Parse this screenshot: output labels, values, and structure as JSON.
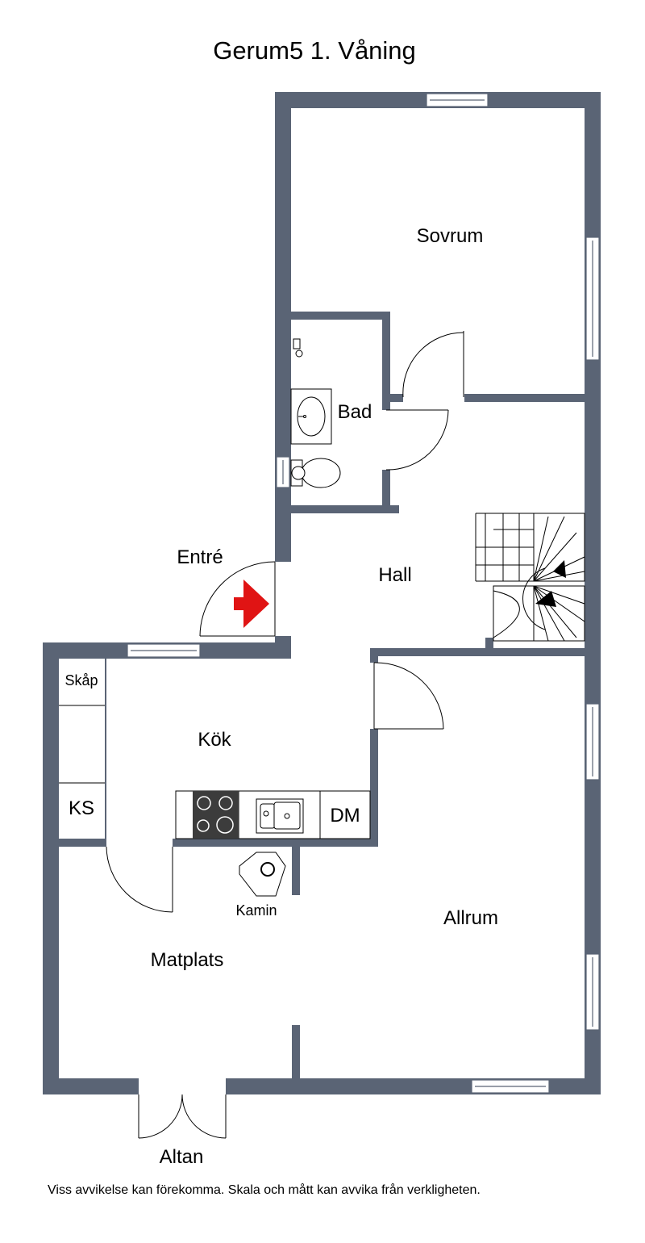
{
  "title": "Gerum5 1. Våning",
  "footer": "Viss avvikelse kan förekomma. Skala och mått kan avvika från verkligheten.",
  "colors": {
    "wall": "#5a6475",
    "wall_dark": "#3a4250",
    "entry_arrow": "#e01414",
    "stove": "#3c3c3c"
  },
  "rooms": {
    "sovrum": "Sovrum",
    "bad": "Bad",
    "entre": "Entré",
    "hall": "Hall",
    "kok": "Kök",
    "skap": "Skåp",
    "ks": "KS",
    "dm": "DM",
    "kamin": "Kamin",
    "allrum": "Allrum",
    "matplats": "Matplats",
    "altan": "Altan"
  },
  "icons": {
    "entry": "entry-arrow-icon",
    "stove": "stove-icon",
    "sink": "sink-icon",
    "toilet": "toilet-icon",
    "washbasin": "washbasin-icon",
    "fireplace": "fireplace-icon",
    "stairs_up": "stairs-arrow-icon"
  }
}
